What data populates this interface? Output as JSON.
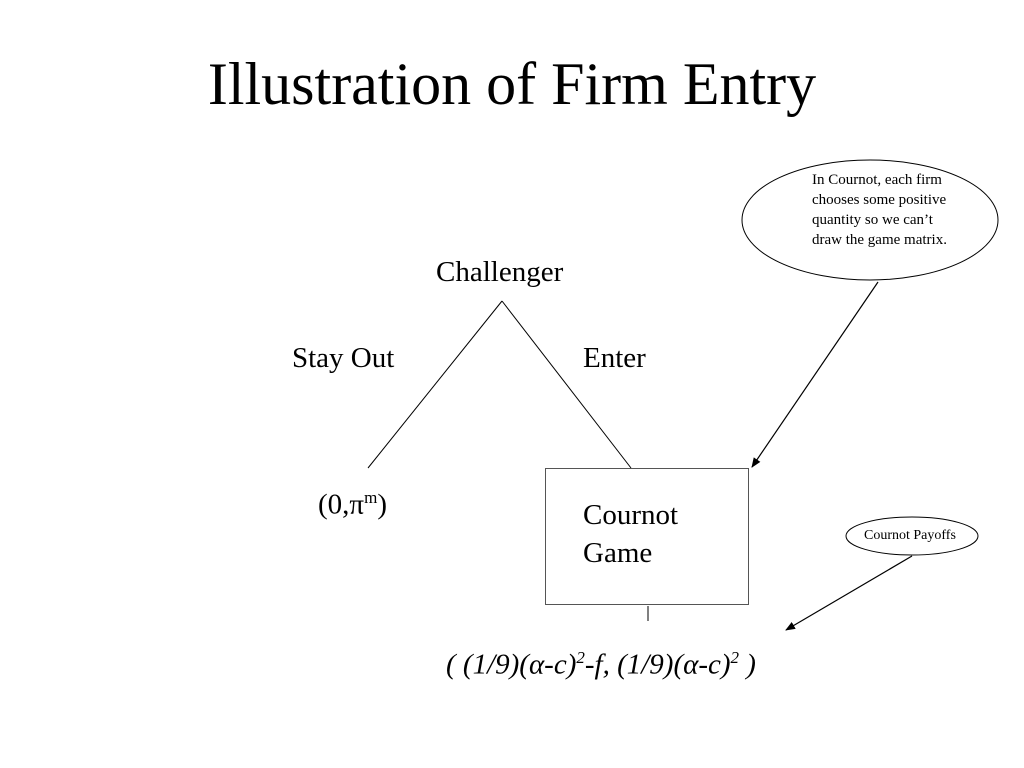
{
  "slide": {
    "title": "Illustration of Firm Entry"
  },
  "tree": {
    "root_label": "Challenger",
    "branch_left_label": "Stay Out",
    "branch_right_label": "Enter",
    "left_payoff": {
      "prefix": "(0,",
      "pi": "π",
      "superscript": "m",
      "suffix": ")"
    },
    "game_box_label_line1": "Cournot",
    "game_box_label_line2": "Game"
  },
  "callouts": {
    "note_top": "In Cournot, each firm chooses some positive quantity so we can’t draw the game matrix.",
    "note_bottom": "Cournot Payoffs"
  },
  "payoffs": {
    "part1": "(  (1/9)(",
    "alpha1": "α",
    "part2": "-c)",
    "sup1": "2",
    "part3": "-f,    (1/9)(",
    "alpha2": "α",
    "part4": "-c)",
    "sup2": "2",
    "part5": "  )"
  }
}
